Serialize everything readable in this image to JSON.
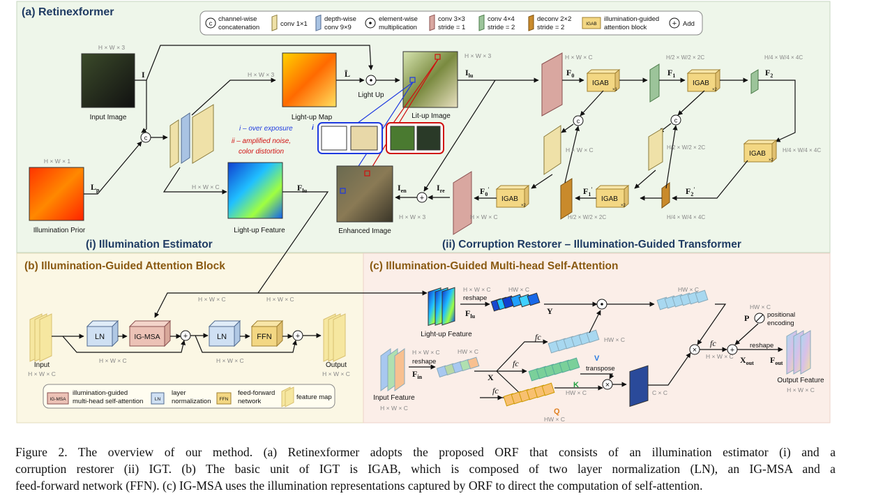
{
  "panel_a": {
    "title": "(a) Retinexformer",
    "sub_i_title": "(i) Illumination Estimator",
    "sub_ii_title": "(ii) Corruption Restorer – Illumination-Guided Transformer"
  },
  "panel_b": {
    "title": "(b) Illumination-Guided Attention Block"
  },
  "panel_c": {
    "title": "(c) Illumination-Guided Multi-head Self-Attention"
  },
  "legend_top": {
    "concat": [
      "channel-wise",
      "concatenation"
    ],
    "conv1x1": "conv 1×1",
    "depthwise": [
      "depth-wise",
      "conv 9×9"
    ],
    "elementwise": [
      "element-wise",
      "multiplication"
    ],
    "conv3x3": [
      "conv 3×3",
      "stride = 1"
    ],
    "conv4x4": [
      "conv 4×4",
      "stride = 2"
    ],
    "deconv": [
      "deconv 2×2",
      "stride = 2"
    ],
    "igab_icon": "IGAB",
    "igab": [
      "illumination-guided",
      "attention block"
    ],
    "add": "Add"
  },
  "estimator": {
    "input_image": "Input Image",
    "input_dim": "H × W × 3",
    "prior": "Illumination Prior",
    "prior_dim": "H × W × 1",
    "lightup_map": "Light-up Map",
    "map_dim": "H × W × 3",
    "lightup_feature": "Light-up Feature",
    "feature_dim": "H × W × C",
    "light_up_op": "Light Up",
    "lit_up_image": "Lit-up Image",
    "lit_dim": "H × W × 3",
    "enhanced_image": "Enhanced Image",
    "enhanced_dim": "H × W × 3",
    "sym_I": "I",
    "sym_Lbar": "L̄",
    "sym_Lp": "L",
    "sym_Lp_sub": "p",
    "sym_Flu": "F",
    "sym_Flu_sub": "lu",
    "sym_Ilu": "I",
    "sym_Ilu_sub": "lu",
    "sym_Ien": "I",
    "sym_Ien_sub": "en",
    "sym_Ire": "I",
    "sym_Ire_sub": "re",
    "note_i_tag": "i",
    "note_i": "i – over exposure",
    "note_ii_tag": "ii",
    "note_ii": [
      "ii – amplified noise,",
      "color distortion"
    ]
  },
  "restorer": {
    "dims": {
      "HWC": "H × W × C",
      "half": "H/2 × W/2 × 2C",
      "quarter": "H/4 × W/4 × 4C"
    },
    "igab_label": "IGAB",
    "sub_x1": "×1",
    "sub_x2": "×2",
    "F0": "F",
    "F0_sub": "0",
    "F1": "F",
    "F1_sub": "1",
    "F2": "F",
    "F2_sub": "2"
  },
  "block": {
    "input": "Input",
    "output": "Output",
    "dim": "H × W × C",
    "ln": "LN",
    "igmsa": "IG-MSA",
    "ffn": "FFN",
    "legend_igmsa_icon": "IG-MSA",
    "legend_igmsa": [
      "illumination-guided",
      "multi-head self-attention"
    ],
    "legend_ln_icon": "LN",
    "legend_ln": [
      "layer",
      "normalization"
    ],
    "legend_ffn_icon": "FFN",
    "legend_ffn": [
      "feed-forward",
      "network"
    ],
    "legend_fmap": "feature map"
  },
  "attention": {
    "lightup_feature": "Light-up Feature",
    "input_feature": "Input Feature",
    "output_feature": "Output Feature",
    "reshape": "reshape",
    "fc": "fc",
    "transpose": "transpose",
    "positional": [
      "positional",
      "encoding"
    ],
    "dim_HWC": "H × W × C",
    "dim_HWxC": "HW × C",
    "dim_CxC": "C × C",
    "Y": "Y",
    "X": "X",
    "V": "V",
    "K": "K",
    "Q": "Q",
    "P": "P",
    "Fin": "F",
    "Fin_sub": "in",
    "Fout": "F",
    "Fout_sub": "out",
    "Xout": "X",
    "Xout_sub": "out",
    "Flu": "F",
    "Flu_sub": "lu"
  },
  "caption": [
    "Figure 2. The overview of our method. (a) Retinexformer adopts the proposed ORF that consists of an illumination estimator (i) and a",
    "corruption restorer (ii) IGT. (b) The basic unit of IGT is IGAB, which is composed of two layer normalization (LN), an IG-MSA and a",
    "feed-forward network (FFN). (c) IG-MSA uses the illumination representations captured by ORF to direct the computation of self-attention."
  ],
  "colors": {
    "panel_a_bg": "#eef6ea",
    "panel_b_bg": "#fbf7e4",
    "panel_c_bg": "#fbeee8",
    "title_blue": "#1f3b63",
    "title_brown": "#8a5a12",
    "igab_fill": "#f3d783",
    "conv3_fill": "#d9a7a0",
    "conv4_fill": "#9cc49a",
    "deconv_fill": "#c98a2b",
    "dw_fill": "#a9c3e3",
    "c1_fill": "#efe1a8"
  }
}
